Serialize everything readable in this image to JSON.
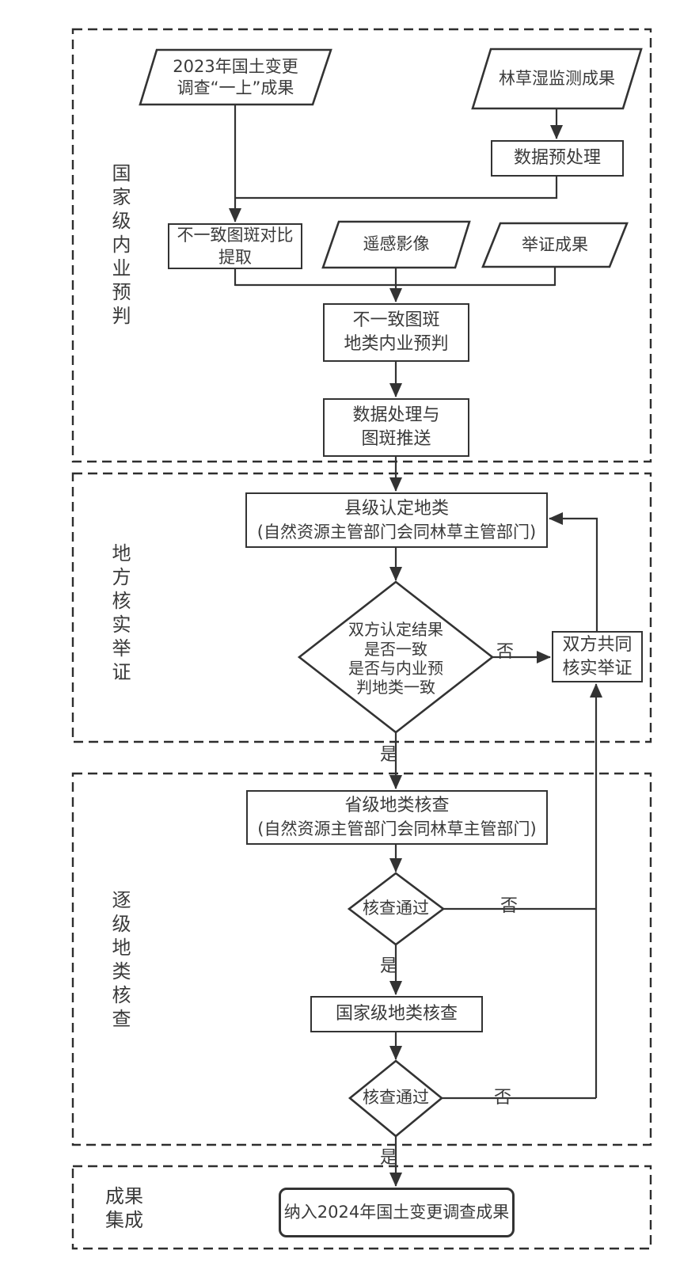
{
  "sections": [
    {
      "label": "国家级内业预判"
    },
    {
      "label": "地方核实举证"
    },
    {
      "label": "逐级地类核查"
    },
    {
      "label": "成果集成"
    }
  ],
  "nodes": {
    "p1": {
      "line1": "2023年国土变更",
      "line2": "调查“一上”成果"
    },
    "p2": {
      "label": "林草湿监测成果"
    },
    "b1": {
      "label": "数据预处理"
    },
    "b2": {
      "line1": "不一致图斑对比",
      "line2": "提取"
    },
    "p3": {
      "label": "遥感影像"
    },
    "p4": {
      "label": "举证成果"
    },
    "b3": {
      "line1": "不一致图斑",
      "line2": "地类内业预判"
    },
    "b4": {
      "line1": "数据处理与",
      "line2": "图斑推送"
    },
    "b5": {
      "line1": "县级认定地类",
      "line2": "(自然资源主管部门会同林草主管部门)"
    },
    "d1": {
      "line1": "双方认定结果",
      "line2": "是否一致",
      "line3": "是否与内业预",
      "line4": "判地类一致"
    },
    "b6": {
      "line1": "双方共同",
      "line2": "核实举证"
    },
    "b7": {
      "line1": "省级地类核查",
      "line2": "(自然资源主管部门会同林草主管部门)"
    },
    "d2": {
      "label": "核查通过"
    },
    "b8": {
      "label": "国家级地类核查"
    },
    "d3": {
      "label": "核查通过"
    },
    "b9": {
      "label": "纳入2024年国土变更调查成果"
    }
  },
  "edges": {
    "yes": "是",
    "no": "否"
  },
  "colors": {
    "line": "#333333",
    "text": "#3a3a3a",
    "background": "#ffffff"
  }
}
